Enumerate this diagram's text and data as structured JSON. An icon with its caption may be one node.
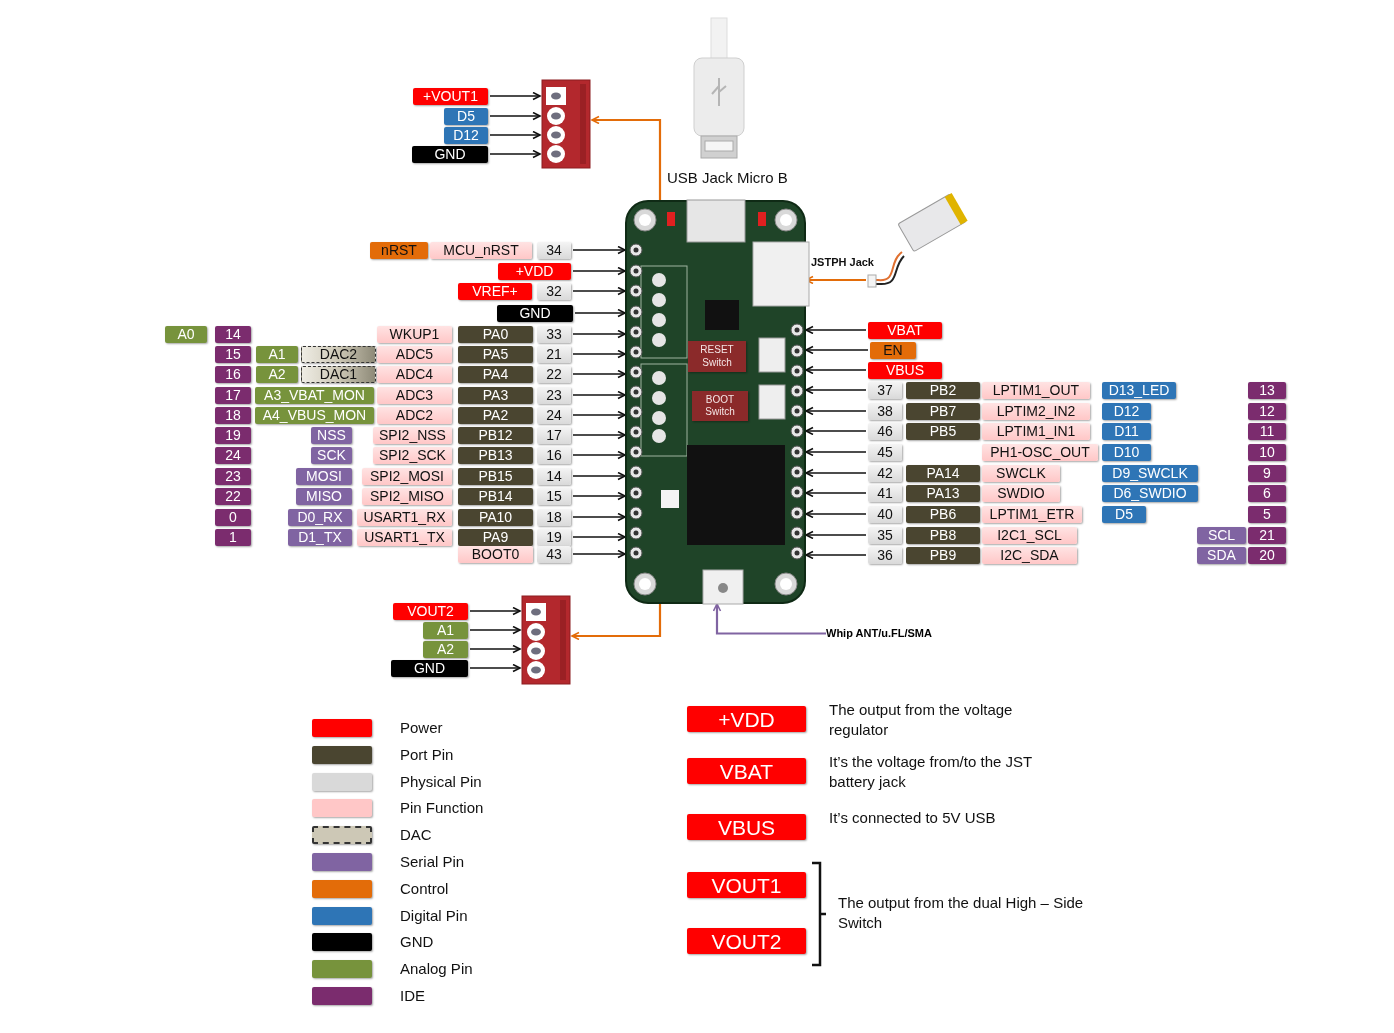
{
  "diagram": {
    "nodes": [
      {
        "text": [
          "+VOUT1"
        ]
      },
      {
        "text": [
          "D5"
        ]
      },
      {
        "text": [
          "D12"
        ]
      },
      {
        "text": [
          "GND"
        ]
      },
      {
        "text": [],
        "shape": "picture"
      },
      {
        "text": [],
        "shape": "picture"
      },
      {
        "text": [],
        "shape": "picture"
      },
      {
        "text": [
          "RESET Switch"
        ],
        "in": 6
      },
      {
        "text": [
          "BOOT Switch"
        ],
        "in": 6
      },
      {
        "text": [
          "nRST"
        ]
      },
      {
        "text": [
          "MCU_nRST"
        ]
      },
      {
        "text": [
          "34"
        ]
      },
      {
        "text": [
          "+VDD"
        ]
      },
      {
        "text": [
          "VREF+"
        ]
      },
      {
        "text": [
          "32"
        ]
      },
      {
        "text": [
          "GND"
        ]
      },
      {
        "text": [
          "A0"
        ]
      },
      {
        "text": [
          "14"
        ]
      },
      {
        "text": [
          "WKUP1"
        ]
      },
      {
        "text": [
          "PA0"
        ]
      },
      {
        "text": [
          "33"
        ]
      },
      {
        "text": [
          "15"
        ]
      },
      {
        "text": [
          "A1"
        ]
      },
      {
        "text": [
          "DAC2"
        ]
      },
      {
        "text": [
          "ADC5"
        ]
      },
      {
        "text": [
          "PA5"
        ]
      },
      {
        "text": [
          "21"
        ]
      },
      {
        "text": [
          "16"
        ]
      },
      {
        "text": [
          "A2"
        ]
      },
      {
        "text": [
          "DAC1"
        ]
      },
      {
        "text": [
          "ADC4"
        ]
      },
      {
        "text": [
          "PA4"
        ]
      },
      {
        "text": [
          "22"
        ]
      },
      {
        "text": [
          "17"
        ]
      },
      {
        "text": [
          "A3_VBAT_MON"
        ]
      },
      {
        "text": [
          "ADC3"
        ]
      },
      {
        "text": [
          "PA3"
        ]
      },
      {
        "text": [
          "23"
        ]
      },
      {
        "text": [
          "18"
        ]
      },
      {
        "text": [
          "A4_VBUS_MON"
        ]
      },
      {
        "text": [
          "ADC2"
        ]
      },
      {
        "text": [
          "PA2"
        ]
      },
      {
        "text": [
          "24"
        ]
      },
      {
        "text": [
          "19"
        ]
      },
      {
        "text": [
          "NSS"
        ]
      },
      {
        "text": [
          "SPI2_NSS"
        ]
      },
      {
        "text": [
          "PB12"
        ]
      },
      {
        "text": [
          "17"
        ]
      },
      {
        "text": [
          "24"
        ]
      },
      {
        "text": [
          "SCK"
        ]
      },
      {
        "text": [
          "SPI2_SCK"
        ]
      },
      {
        "text": [
          "PB13"
        ]
      },
      {
        "text": [
          "16"
        ]
      },
      {
        "text": [
          "23"
        ]
      },
      {
        "text": [
          "MOSI"
        ]
      },
      {
        "text": [
          "SPI2_MOSI"
        ]
      },
      {
        "text": [
          "PB15"
        ]
      },
      {
        "text": [
          "14"
        ]
      },
      {
        "text": [
          "22"
        ]
      },
      {
        "text": [
          "MISO"
        ]
      },
      {
        "text": [
          "SPI2_MISO"
        ]
      },
      {
        "text": [
          "PB14"
        ]
      },
      {
        "text": [
          "15"
        ]
      },
      {
        "text": [
          "0"
        ]
      },
      {
        "text": [
          "D0_RX"
        ]
      },
      {
        "text": [
          "USART1_RX"
        ]
      },
      {
        "text": [
          "PA10"
        ]
      },
      {
        "text": [
          "18"
        ]
      },
      {
        "text": [
          "1"
        ]
      },
      {
        "text": [
          "D1_TX"
        ]
      },
      {
        "text": [
          "USART1_TX"
        ]
      },
      {
        "text": [
          "PA9"
        ]
      },
      {
        "text": [
          "19"
        ]
      },
      {
        "text": [
          "BOOT0"
        ]
      },
      {
        "text": [
          "43"
        ]
      },
      {
        "text": [
          "VBAT"
        ]
      },
      {
        "text": [
          "EN"
        ]
      },
      {
        "text": [
          "VBUS"
        ]
      },
      {
        "text": [
          "37"
        ]
      },
      {
        "text": [
          "PB2"
        ]
      },
      {
        "text": [
          "LPTIM1_OUT"
        ]
      },
      {
        "text": [
          "D13_LED"
        ]
      },
      {
        "text": [
          "13"
        ]
      },
      {
        "text": [
          "38"
        ]
      },
      {
        "text": [
          "PB7"
        ]
      },
      {
        "text": [
          "LPTIM2_IN2"
        ]
      },
      {
        "text": [
          "D12"
        ]
      },
      {
        "text": [
          "12"
        ]
      },
      {
        "text": [
          "46"
        ]
      },
      {
        "text": [
          "PB5"
        ]
      },
      {
        "text": [
          "LPTIM1_IN1"
        ]
      },
      {
        "text": [
          "D11"
        ]
      },
      {
        "text": [
          "11"
        ]
      },
      {
        "text": [
          "45"
        ]
      },
      {
        "text": [
          "PH1-OSC_OUT"
        ]
      },
      {
        "text": [
          "D10"
        ]
      },
      {
        "text": [
          "10"
        ]
      },
      {
        "text": [
          "42"
        ]
      },
      {
        "text": [
          "PA14"
        ]
      },
      {
        "text": [
          "SWCLK"
        ]
      },
      {
        "text": [
          "D9_SWCLK"
        ]
      },
      {
        "text": [
          "9"
        ]
      },
      {
        "text": [
          "41"
        ]
      },
      {
        "text": [
          "PA13"
        ]
      },
      {
        "text": [
          "SWDIO"
        ]
      },
      {
        "text": [
          "D6_SWDIO"
        ]
      },
      {
        "text": [
          "6"
        ]
      },
      {
        "text": [
          "40"
        ]
      },
      {
        "text": [
          "PB6"
        ]
      },
      {
        "text": [
          "LPTIM1_ETR"
        ]
      },
      {
        "text": [
          "D5"
        ]
      },
      {
        "text": [
          "5"
        ]
      },
      {
        "text": [
          "35"
        ]
      },
      {
        "text": [
          "PB8"
        ]
      },
      {
        "text": [
          "I2C1_SCL"
        ]
      },
      {
        "text": [
          "SCL"
        ]
      },
      {
        "text": [
          "21"
        ]
      },
      {
        "text": [
          "36"
        ]
      },
      {
        "text": [
          "PB9"
        ]
      },
      {
        "text": [
          "I2C_SDA"
        ]
      },
      {
        "text": [
          "SDA"
        ]
      },
      {
        "text": [
          "20"
        ]
      },
      {
        "text": [
          "VOUT2"
        ]
      },
      {
        "text": [
          "A1"
        ]
      },
      {
        "text": [
          "A2"
        ]
      },
      {
        "text": [
          "GND"
        ]
      },
      {
        "text": [],
        "shape": "picture"
      },
      {
        "text": [
          "Whip ANT/u.FL/SMA"
        ]
      },
      {
        "text": [
          "+VDD"
        ],
        "beside": [
          "The output from the voltage regulator"
        ]
      },
      {
        "text": [
          "VBAT"
        ],
        "beside": [
          "It’s the voltage from/to the JST battery jack"
        ]
      },
      {
        "text": [
          "VBUS"
        ],
        "beside": [
          "It’s connected to 5V USB"
        ]
      },
      {
        "text": [
          "VOUT1"
        ]
      },
      {
        "text": [
          "VOUT2"
        ]
      }
    ],
    "edges": [
      {
        "from": 0,
        "to": 4,
        "arrow": "to"
      },
      {
        "from": 1,
        "to": 4,
        "arrow": "to"
      },
      {
        "from": 2,
        "to": 4,
        "arrow": "to"
      },
      {
        "from": 3,
        "to": 4,
        "arrow": "to"
      },
      {
        "from": 6,
        "to": 4,
        "arrow": "to",
        "color": "#e36c09"
      },
      {
        "from": 5,
        "to": 6,
        "arrow": "to",
        "color": "#e36c09"
      },
      {
        "from": 11,
        "to": 6,
        "arrow": "to"
      },
      {
        "from": 12,
        "to": 6,
        "arrow": "to"
      },
      {
        "from": 14,
        "to": 6,
        "arrow": "to"
      },
      {
        "from": 15,
        "to": 6,
        "arrow": "to"
      },
      {
        "from": 20,
        "to": 6,
        "arrow": "to"
      },
      {
        "from": 26,
        "to": 6,
        "arrow": "to"
      },
      {
        "from": 32,
        "to": 6,
        "arrow": "to"
      },
      {
        "from": 37,
        "to": 6,
        "arrow": "to"
      },
      {
        "from": 42,
        "to": 6,
        "arrow": "to"
      },
      {
        "from": 47,
        "to": 6,
        "arrow": "to"
      },
      {
        "from": 52,
        "to": 6,
        "arrow": "to"
      },
      {
        "from": 57,
        "to": 6,
        "arrow": "to"
      },
      {
        "from": 62,
        "to": 6,
        "arrow": "to"
      },
      {
        "from": 67,
        "to": 6,
        "arrow": "to"
      },
      {
        "from": 72,
        "to": 6,
        "arrow": "to"
      },
      {
        "from": 74,
        "to": 6,
        "arrow": "to"
      },
      {
        "from": 75,
        "to": 6,
        "arrow": "to"
      },
      {
        "from": 76,
        "to": 6,
        "arrow": "to"
      },
      {
        "from": 77,
        "to": 6,
        "arrow": "to"
      },
      {
        "from": 78,
        "to": 6,
        "arrow": "to"
      },
      {
        "from": 83,
        "to": 6,
        "arrow": "to"
      },
      {
        "from": 88,
        "to": 6,
        "arrow": "to"
      },
      {
        "from": 93,
        "to": 6,
        "arrow": "to"
      },
      {
        "from": 97,
        "to": 6,
        "arrow": "to"
      },
      {
        "from": 102,
        "to": 6,
        "arrow": "to"
      },
      {
        "from": 107,
        "to": 6,
        "arrow": "to"
      },
      {
        "from": 112,
        "to": 6,
        "arrow": "to"
      },
      {
        "from": 117,
        "to": 6,
        "arrow": "to"
      },
      {
        "from": 122,
        "to": 126,
        "arrow": "to"
      },
      {
        "from": 123,
        "to": 126,
        "arrow": "to"
      },
      {
        "from": 124,
        "to": 126,
        "arrow": "to"
      },
      {
        "from": 125,
        "to": 126,
        "arrow": "to"
      },
      {
        "from": 6,
        "to": 126,
        "arrow": "to",
        "color": "#e36c09"
      },
      {
        "from": 127,
        "to": 6,
        "arrow": "to",
        "color": "#8064a2"
      }
    ],
    "labels": [
      "USB Jack Micro B",
      "JSTPH Jack",
      "The output from the dual High – Side Switch"
    ],
    "legend": [
      {
        "text": "Power",
        "color": "#ff0000"
      },
      {
        "text": "Port Pin",
        "color": "#4a4530"
      },
      {
        "text": "Physical Pin",
        "color": "#d9d9d9"
      },
      {
        "text": "Pin Function",
        "color": "#ffc7c7"
      },
      {
        "text": "DAC",
        "color": "#cdc8b6"
      },
      {
        "text": "Serial Pin",
        "color": "#8064a2"
      },
      {
        "text": "Control",
        "color": "#e36c09"
      },
      {
        "text": "Digital Pin",
        "color": "#2e75b6"
      },
      {
        "text": "GND",
        "color": "#000000"
      },
      {
        "text": "Analog Pin",
        "color": "#77933c"
      },
      {
        "text": "IDE",
        "color": "#7b2c6e"
      }
    ]
  }
}
